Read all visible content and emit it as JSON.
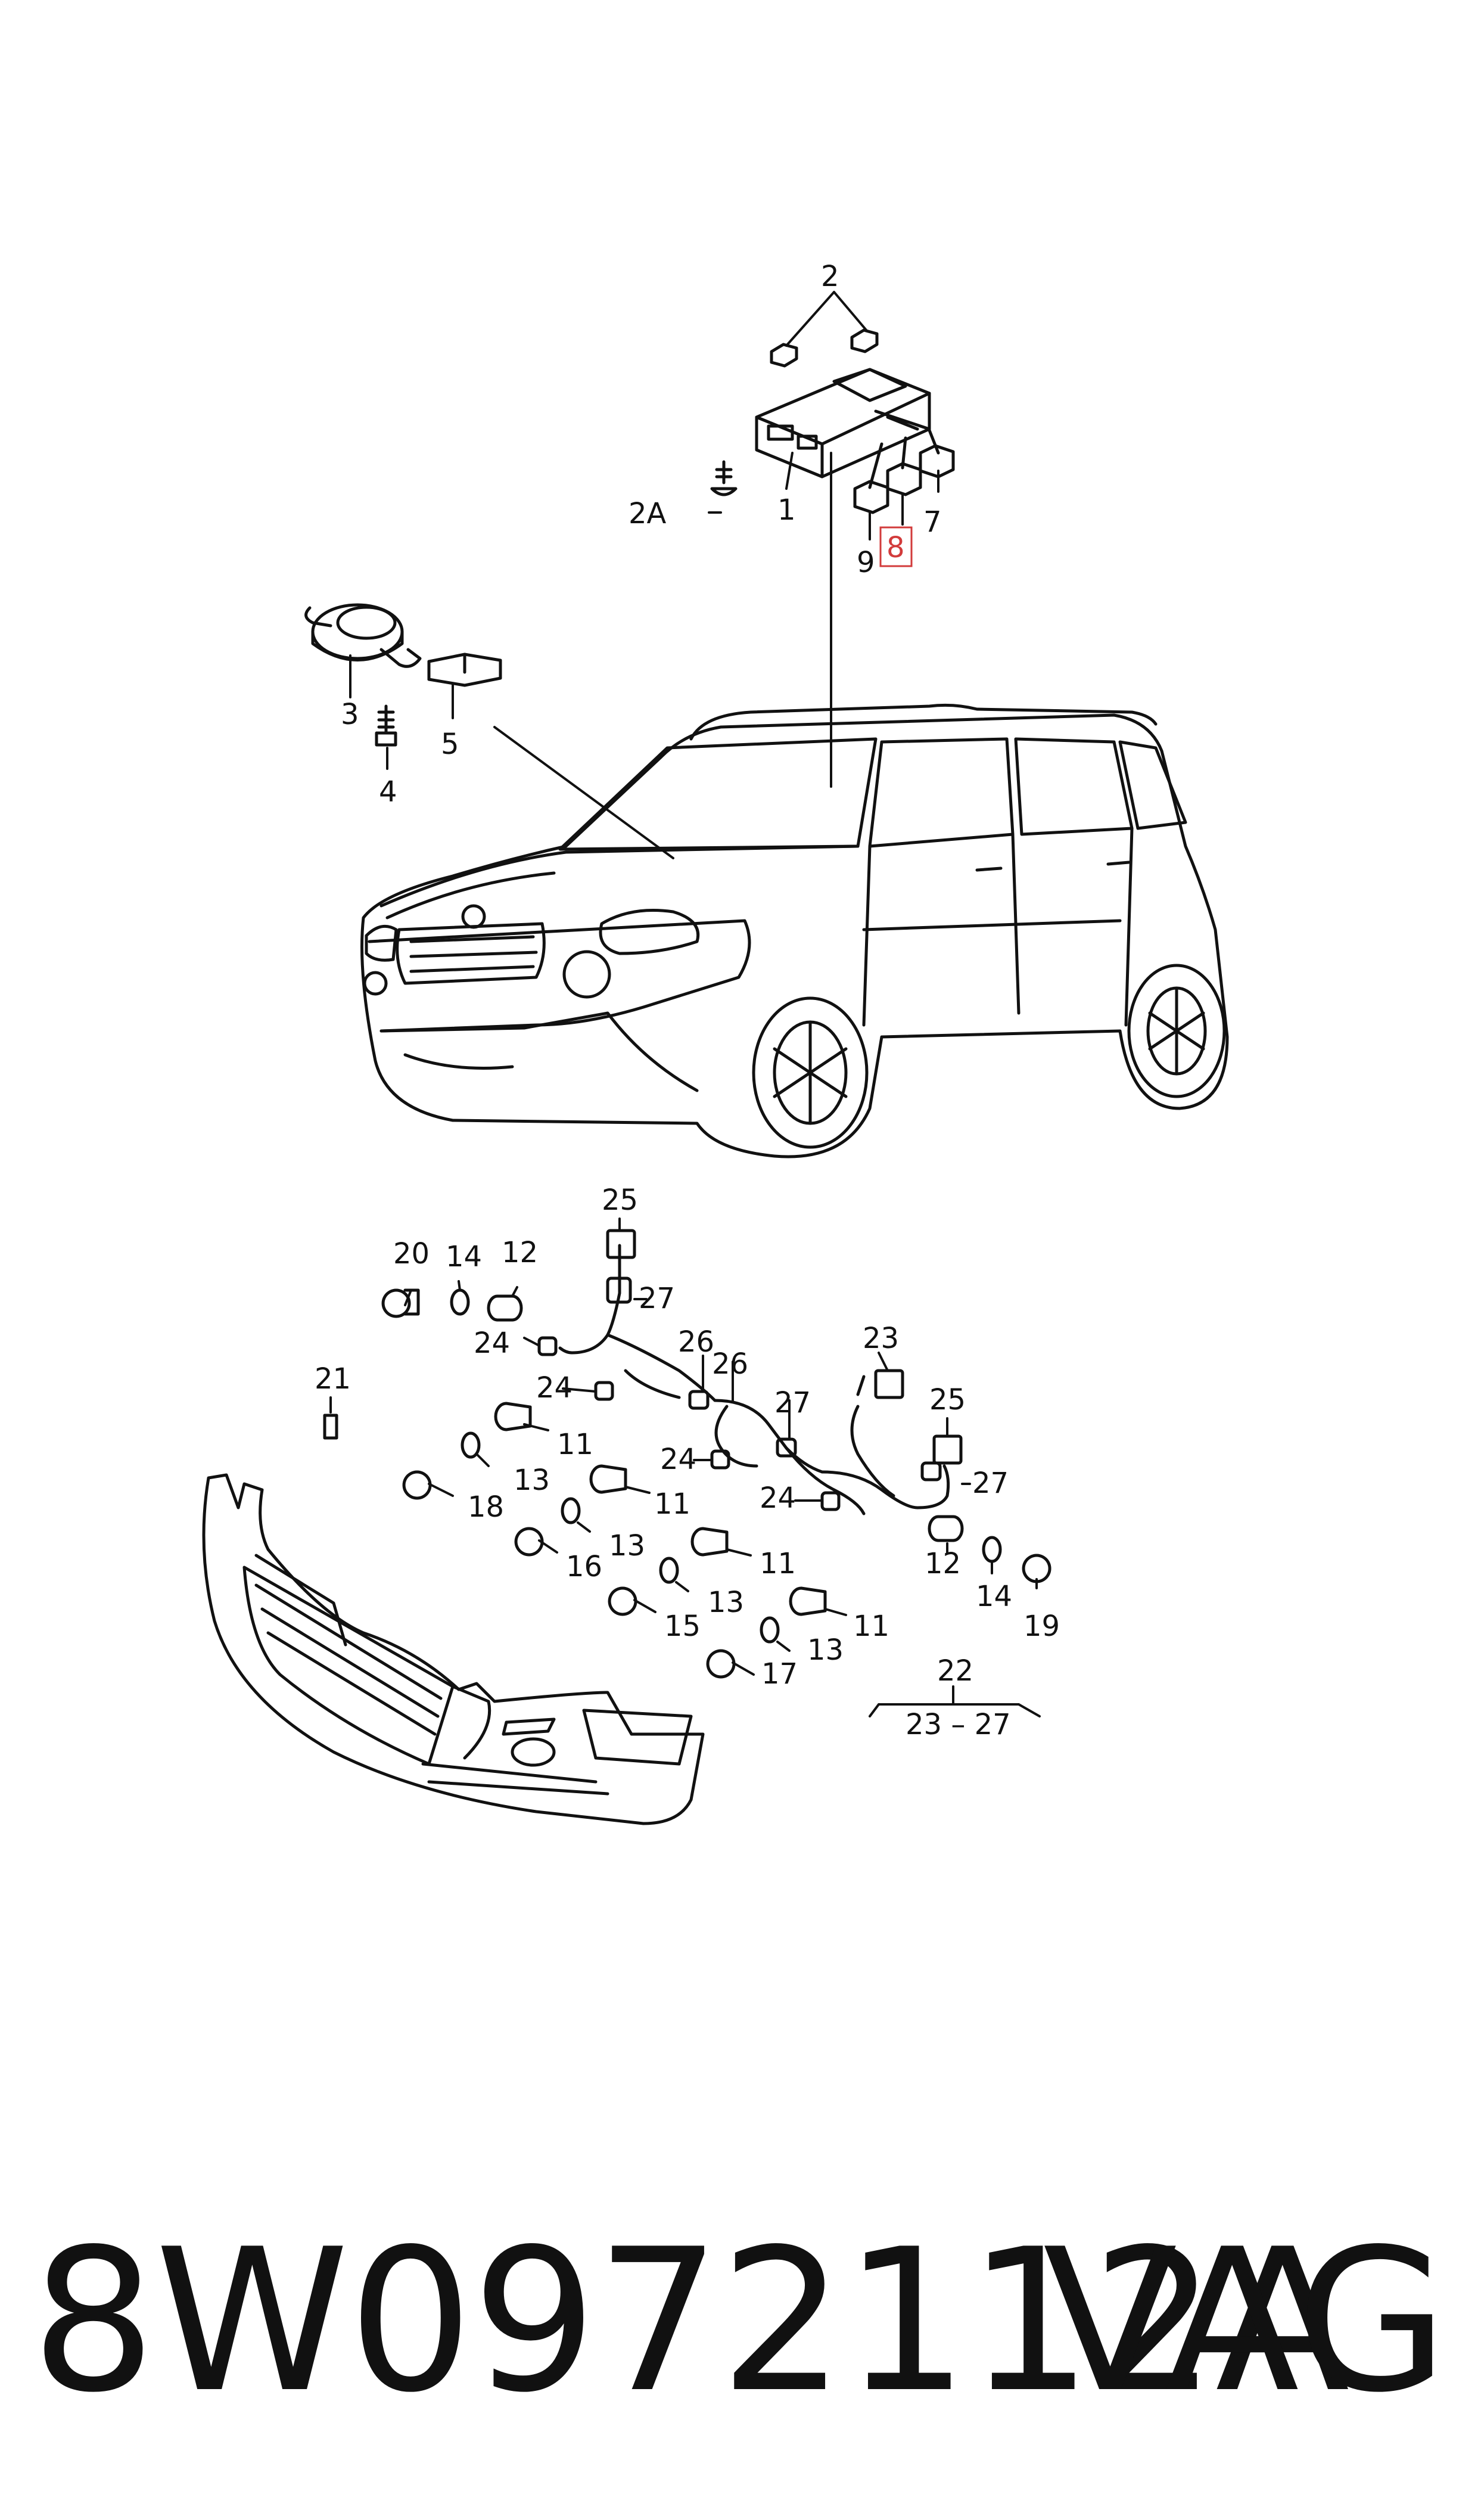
{
  "callouts": {
    "c1": "1",
    "c2": "2",
    "c2a": "2A",
    "c3": "3",
    "c4": "4",
    "c5": "5",
    "c7": "7",
    "c8": "8",
    "c9": "9",
    "c11a": "11",
    "c11b": "11",
    "c11c": "11",
    "c11d": "11",
    "c12a": "12",
    "c12b": "12",
    "c13a": "13",
    "c13b": "13",
    "c13c": "13",
    "c13d": "13",
    "c14a": "14",
    "c14b": "14",
    "c15": "15",
    "c16": "16",
    "c17": "17",
    "c18": "18",
    "c19": "19",
    "c20": "20",
    "c21": "21",
    "c22": "22",
    "c22range": "23 – 27",
    "c23": "23",
    "c24a": "24",
    "c24b": "24",
    "c24c": "24",
    "c24d": "24",
    "c25a": "25",
    "c25b": "25",
    "c26a": "26",
    "c26b": "26",
    "c27a": "27",
    "c27b": "27",
    "c27c": "27"
  },
  "highlight": {
    "part": "8",
    "color": "#d23b3b"
  },
  "footer": {
    "part_number": "8W0972112A",
    "brand": "VAG"
  }
}
